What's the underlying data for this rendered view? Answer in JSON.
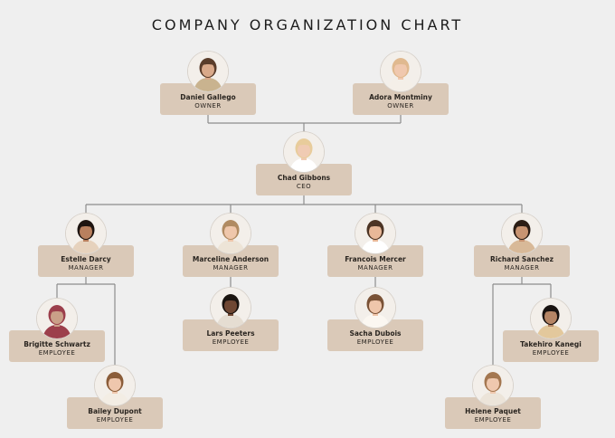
{
  "title": "COMPANY ORGANIZATION CHART",
  "colors": {
    "background": "#efefef",
    "card": "#dac9b8",
    "line": "#8c8c8c",
    "text": "#2a2520"
  },
  "people": [
    {
      "id": "daniel",
      "name": "Daniel Gallego",
      "role": "OWNER",
      "icon": "person-photo-icon",
      "skin": "#d9a98a",
      "hair": "#5a3d2b",
      "shirt": "#c9b38f"
    },
    {
      "id": "adora",
      "name": "Adora Montminy",
      "role": "OWNER",
      "icon": "person-photo-icon",
      "skin": "#f0c8ae",
      "hair": "#e0b98f",
      "shirt": "#f4efe8"
    },
    {
      "id": "chad",
      "name": "Chad Gibbons",
      "role": "CEO",
      "icon": "person-photo-icon",
      "skin": "#f0cbb3",
      "hair": "#e8cc9b",
      "shirt": "#ffffff"
    },
    {
      "id": "estelle",
      "name": "Estelle Darcy",
      "role": "MANAGER",
      "icon": "person-photo-icon",
      "skin": "#b9805e",
      "hair": "#1e1410",
      "shirt": "#e6d2bd"
    },
    {
      "id": "marceline",
      "name": "Marceline Anderson",
      "role": "MANAGER",
      "icon": "person-photo-icon",
      "skin": "#efc7ab",
      "hair": "#b08b62",
      "shirt": "#ede4d7"
    },
    {
      "id": "francois",
      "name": "Francois Mercer",
      "role": "MANAGER",
      "icon": "person-photo-icon",
      "skin": "#e8b898",
      "hair": "#4d3424",
      "shirt": "#ffffff"
    },
    {
      "id": "richard",
      "name": "Richard Sanchez",
      "role": "MANAGER",
      "icon": "person-photo-icon",
      "skin": "#c89472",
      "hair": "#2b1d15",
      "shirt": "#d8b998"
    },
    {
      "id": "brigitte",
      "name": "Brigitte Schwartz",
      "role": "EMPLOYEE",
      "icon": "person-photo-icon",
      "skin": "#caa088",
      "hair": "#9c3f4b",
      "shirt": "#9c3f4b"
    },
    {
      "id": "lars",
      "name": "Lars Peeters",
      "role": "EMPLOYEE",
      "icon": "person-photo-icon",
      "skin": "#6f4733",
      "hair": "#1b1410",
      "shirt": "#e5ddd2"
    },
    {
      "id": "sacha",
      "name": "Sacha Dubois",
      "role": "EMPLOYEE",
      "icon": "person-photo-icon",
      "skin": "#efc6ab",
      "hair": "#7a5236",
      "shirt": "#fbf7f1"
    },
    {
      "id": "takehiro",
      "name": "Takehiro Kanegi",
      "role": "EMPLOYEE",
      "icon": "person-photo-icon",
      "skin": "#b58565",
      "hair": "#191310",
      "shirt": "#e3c89c"
    },
    {
      "id": "bailey",
      "name": "Bailey Dupont",
      "role": "EMPLOYEE",
      "icon": "person-photo-icon",
      "skin": "#efc7ad",
      "hair": "#8b5d39",
      "shirt": "#f3ede4"
    },
    {
      "id": "helene",
      "name": "Helene Paquet",
      "role": "EMPLOYEE",
      "icon": "person-photo-icon",
      "skin": "#efc8ae",
      "hair": "#a47750",
      "shirt": "#ece4d9"
    }
  ]
}
